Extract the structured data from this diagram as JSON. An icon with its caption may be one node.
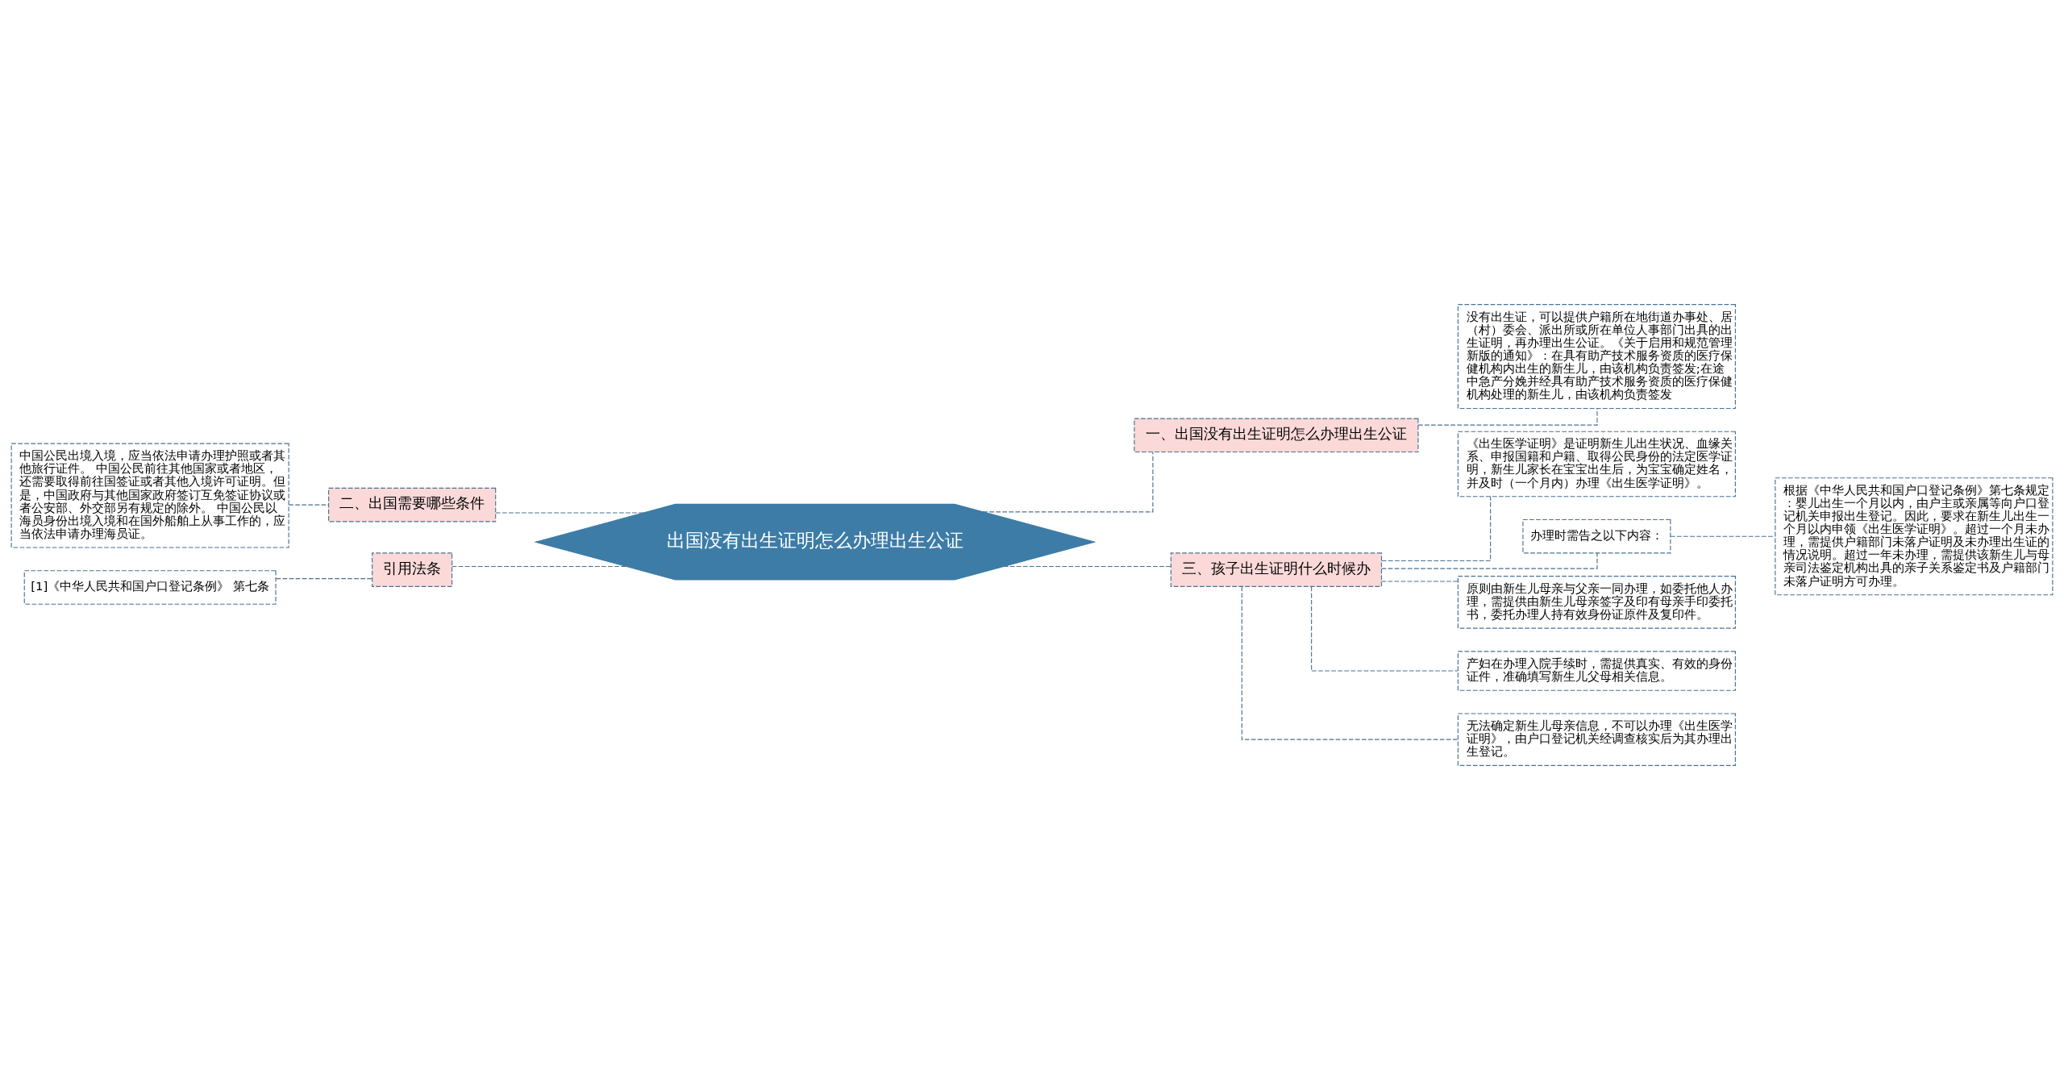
{
  "diagram": {
    "nodes": [
      {
        "text": [
          "出国没有出生证明怎么办理出生公证"
        ]
      },
      {
        "text": [
          "一、出国没有出生证明怎么办理出生公证"
        ]
      },
      {
        "text": [
          "没有出生证，可以提供户籍所在地街道办事处、居（村）委会、派出所或所在单位人事部门出具的出生证明，再办理出生公证。《关于启用和规范管理新版的通知》：在具有助产技术服务资质的医疗保健机构内出生的新生儿，由该机构负责签发;在途中急产分娩并经具有助产技术服务资质的医疗保健机构处理的新生儿，由该机构负责签发"
        ]
      },
      {
        "text": [
          "三、孩子出生证明什么时候办"
        ]
      },
      {
        "text": [
          "《出生医学证明》是证明新生儿出生状况、血缘关系、申报国籍和户籍、取得公民身份的法定医学证明，新生儿家长在宝宝出生后，为宝宝确定姓名，并及时（一个月内）办理《出生医学证明》。"
        ]
      },
      {
        "text": [
          "办理时需告之以下内容："
        ]
      },
      {
        "text": [
          "根据《中华人民共和国户口登记条例》第七条规定：婴儿出生一个月以内，由户主或亲属等向户口登记机关申报出生登记。因此，要求在新生儿出生一个月以内申领《出生医学证明》。超过一个月未办理，需提供户籍部门未落户证明及未办理出生证的情况说明。超过一年未办理，需提供该新生儿与母亲司法鉴定机构出具的亲子关系鉴定书及户籍部门未落户证明方可办理。"
        ]
      },
      {
        "text": [
          "原则由新生儿母亲与父亲一同办理，如委托他人办理，需提供由新生儿母亲签字及印有母亲手印委托书，委托办理人持有效身份证原件及复印件。"
        ]
      },
      {
        "text": [
          "产妇在办理入院手续时，需提供真实、有效的身份证件，准确填写新生儿父母相关信息。"
        ]
      },
      {
        "text": [
          "无法确定新生儿母亲信息，不可以办理《出生医学证明》，由户口登记机关经调查核实后为其办理出生登记。"
        ]
      },
      {
        "text": [
          "二、出国需要哪些条件"
        ]
      },
      {
        "text": [
          "中国公民出境入境，应当依法申请办理护照或者其他旅行证件。 中国公民前往其他国家或者地区，还需要取得前往国签证或者其他入境许可证明。但是，中国政府与其他国家政府签订互免签证协议或者公安部、外交部另有规定的除外。 中国公民以海员身份出境入境和在国外船舶上从事工作的，应当依法申请办理海员证。"
        ]
      },
      {
        "text": [
          "引用法条"
        ]
      },
      {
        "text": [
          "[1]《中华人民共和国户口登记条例》 第七条"
        ]
      }
    ],
    "edges": [
      {
        "from": 0,
        "to": 1,
        "arrow": "none",
        "style": "dashed"
      },
      {
        "from": 1,
        "to": 2,
        "arrow": "none",
        "style": "dashed"
      },
      {
        "from": 0,
        "to": 3,
        "arrow": "none",
        "style": "dashed"
      },
      {
        "from": 3,
        "to": 4,
        "arrow": "none",
        "style": "dashed"
      },
      {
        "from": 3,
        "to": 5,
        "arrow": "none",
        "style": "dashed"
      },
      {
        "from": 5,
        "to": 6,
        "arrow": "none",
        "style": "dashed"
      },
      {
        "from": 3,
        "to": 7,
        "arrow": "none",
        "style": "dashed"
      },
      {
        "from": 3,
        "to": 8,
        "arrow": "none",
        "style": "dashed"
      },
      {
        "from": 3,
        "to": 9,
        "arrow": "none",
        "style": "dashed"
      },
      {
        "from": 0,
        "to": 10,
        "arrow": "none",
        "style": "dashed"
      },
      {
        "from": 10,
        "to": 11,
        "arrow": "none",
        "style": "dashed"
      },
      {
        "from": 0,
        "to": 12,
        "arrow": "none",
        "style": "dashed"
      },
      {
        "from": 12,
        "to": 13,
        "arrow": "none",
        "style": "dashed"
      }
    ]
  }
}
